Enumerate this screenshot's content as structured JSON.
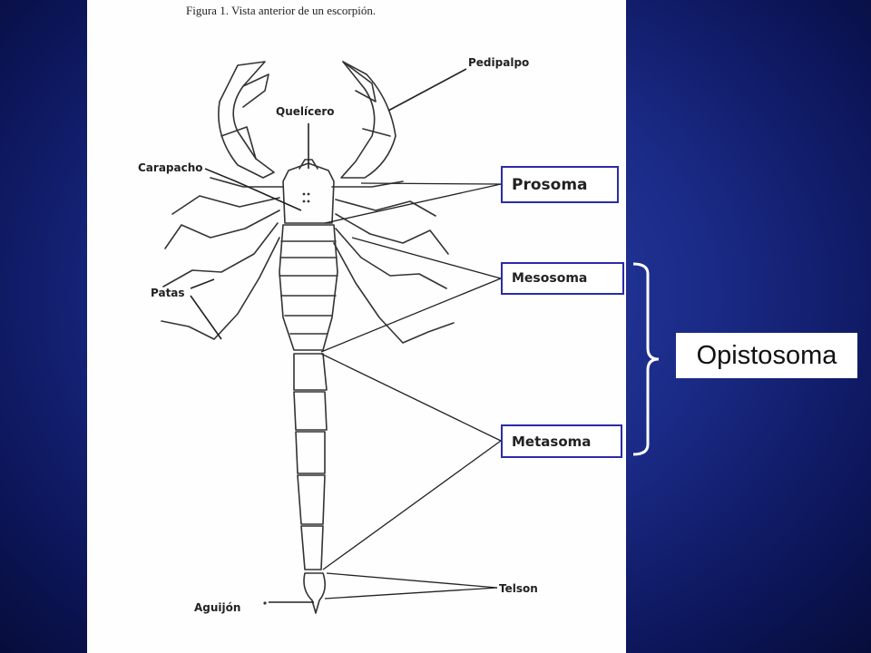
{
  "figure": {
    "caption": "Figura 1. Vista anterior de un escorpión."
  },
  "labels": {
    "pedipalpo": "Pedipalpo",
    "quelicero": "Quelícero",
    "carapacho": "Carapacho",
    "patas": "Patas",
    "aguijon": "Aguijón",
    "telson": "Telson"
  },
  "boxes": {
    "prosoma": "Prosoma",
    "mesosoma": "Mesosoma",
    "metasoma": "Metasoma",
    "opistosoma": "Opistosoma"
  },
  "colors": {
    "box_border": "#2b2ba8",
    "bracket": "#ffffff",
    "ink": "#222222"
  }
}
